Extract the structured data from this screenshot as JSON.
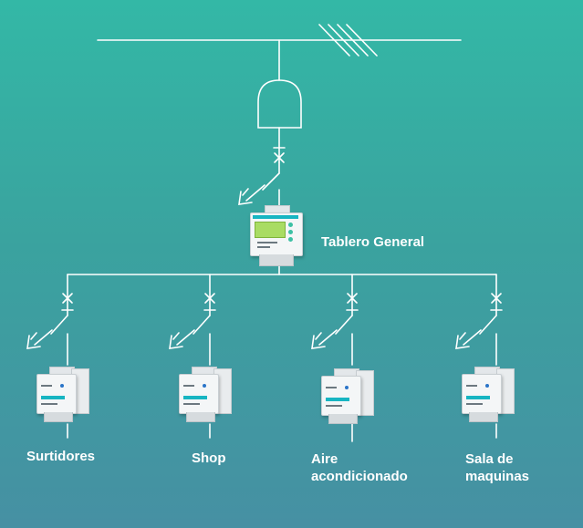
{
  "main_panel": {
    "label": "Tablero General"
  },
  "branches": [
    {
      "label_lines": [
        "Surtidores"
      ]
    },
    {
      "label_lines": [
        "Shop"
      ]
    },
    {
      "label_lines": [
        "Aire",
        "acondicionado"
      ]
    },
    {
      "label_lines": [
        "Sala de",
        "maquinas"
      ]
    }
  ],
  "colors": {
    "line": "#ffffff",
    "meter_accent": "#17b5c2",
    "screen": "#a9dc63"
  }
}
